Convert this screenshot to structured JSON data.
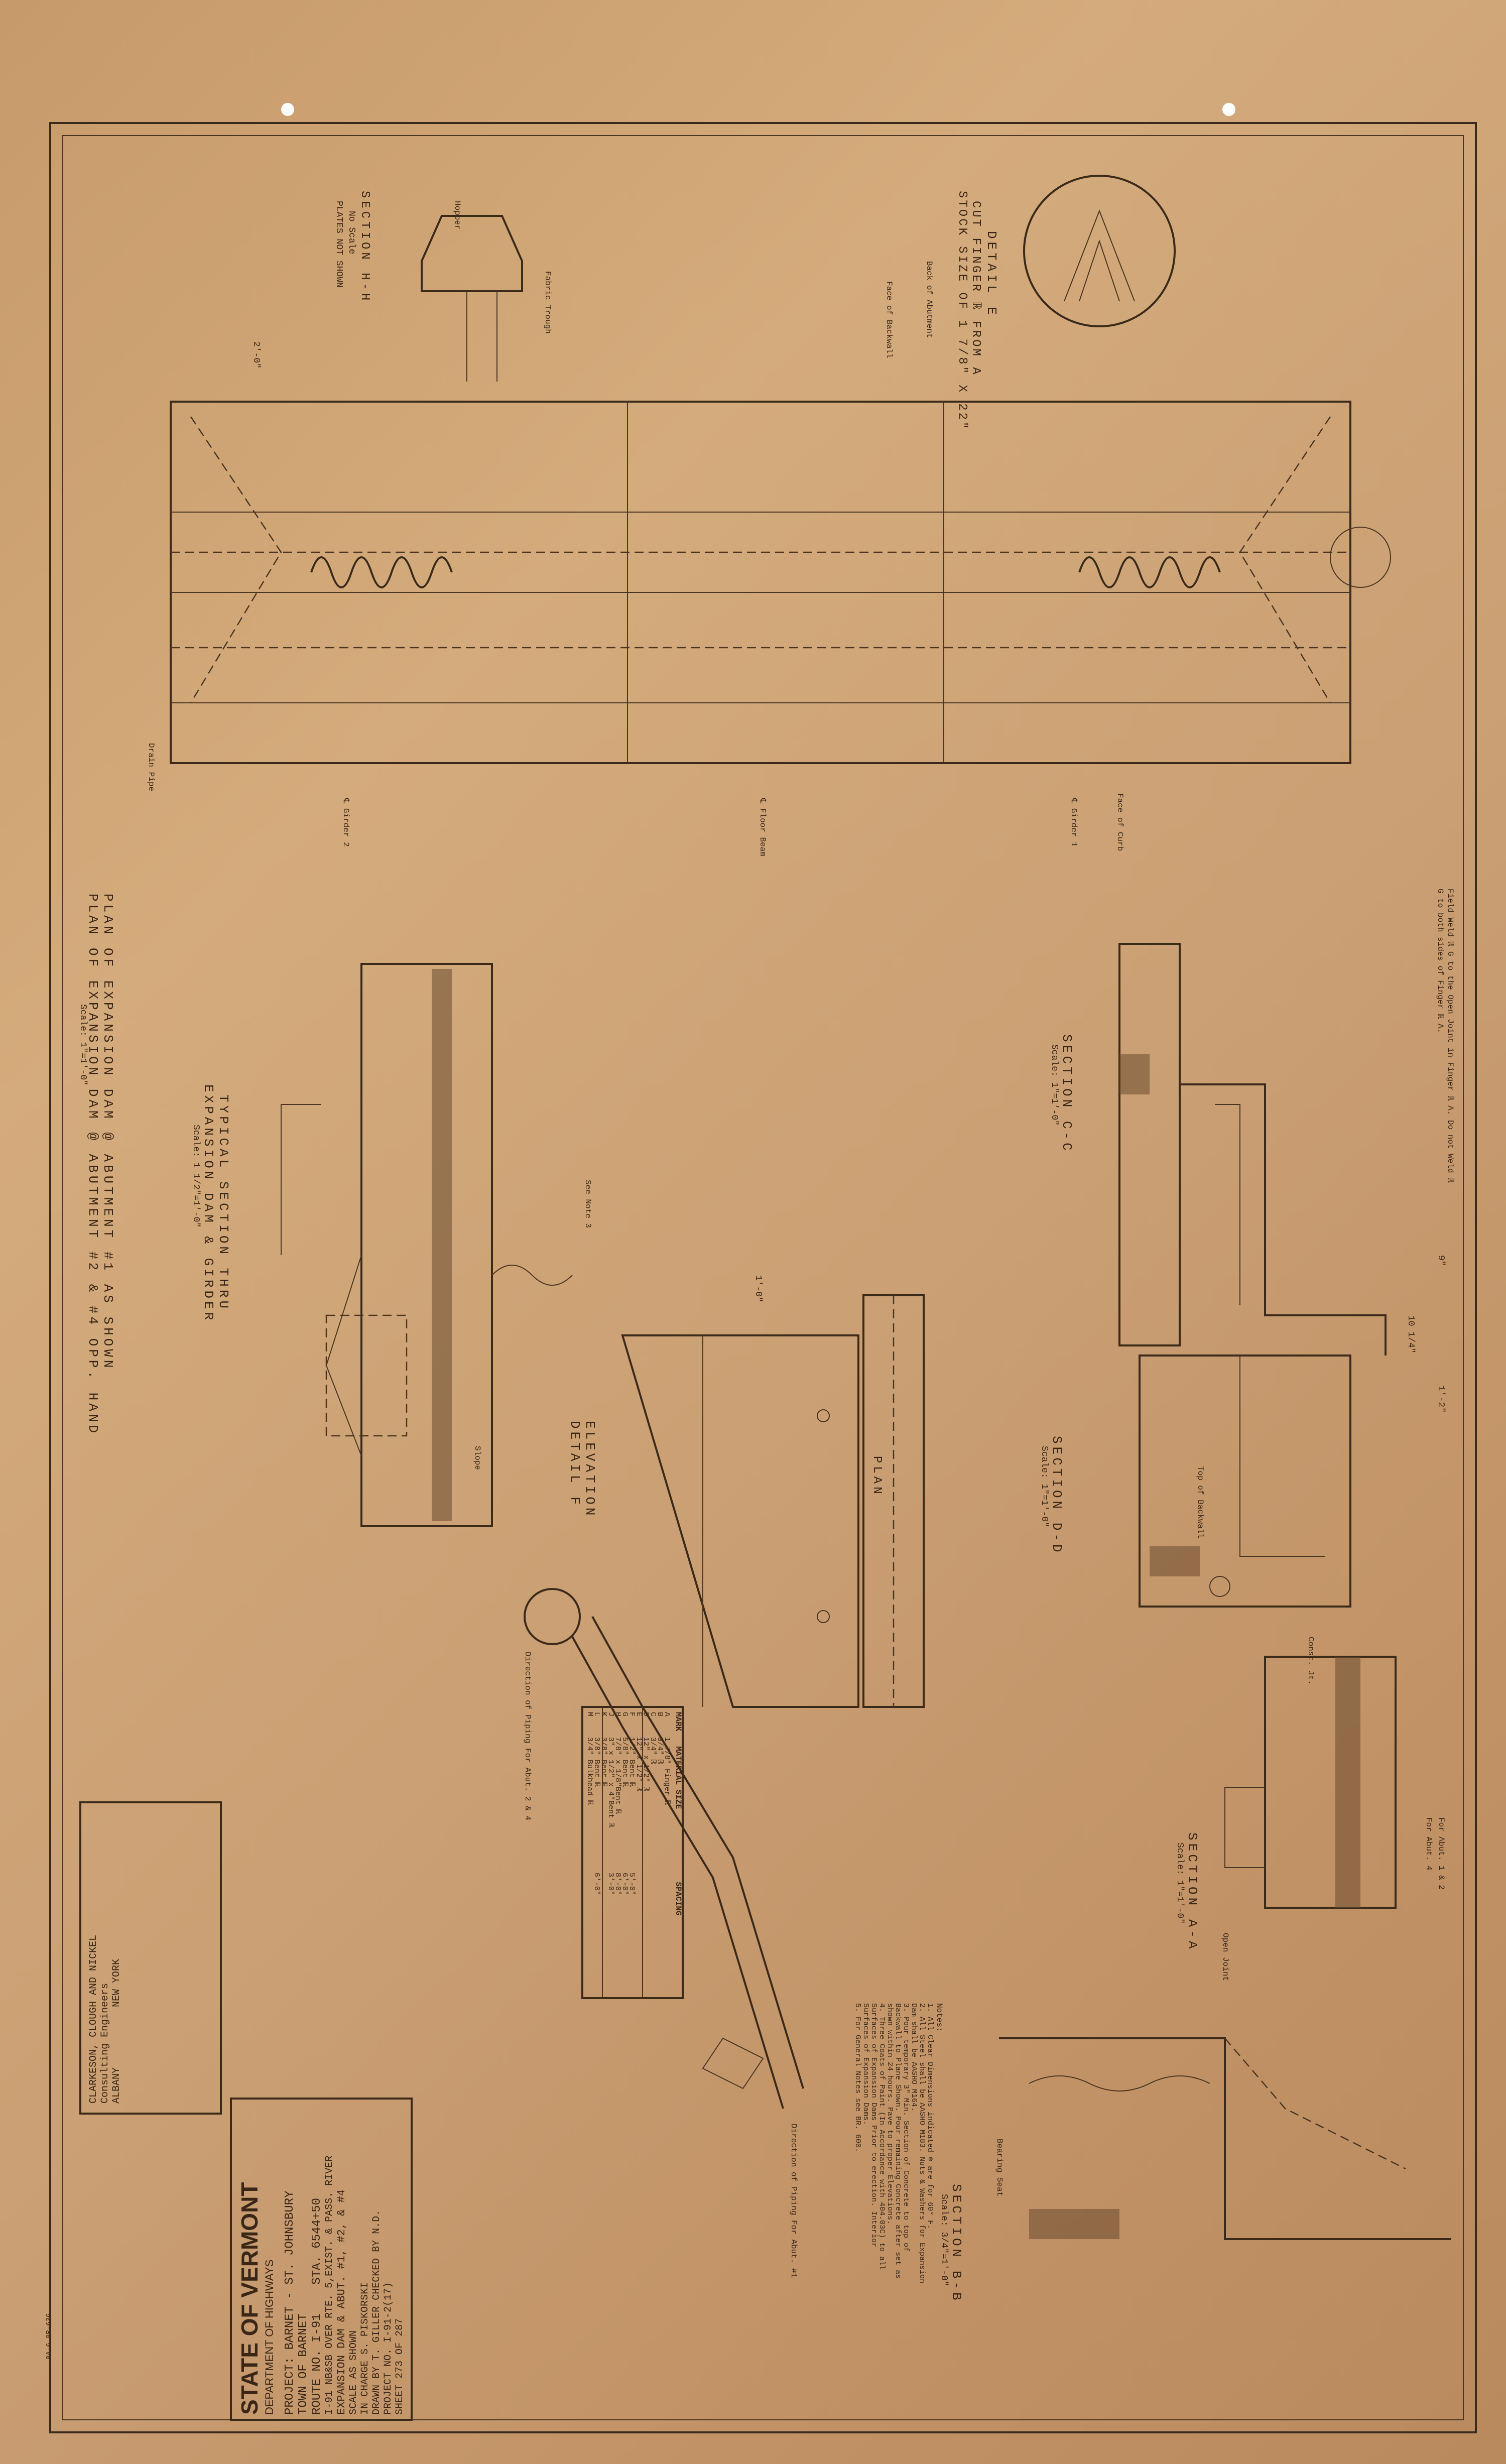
{
  "title_block": {
    "state": "STATE OF VERMONT",
    "department": "DEPARTMENT OF HIGHWAYS",
    "project": "PROJECT: BARNET - ST. JOHNSBURY",
    "town_label": "TOWN OF",
    "town": "BARNET",
    "route_label": "ROUTE NO.",
    "route": "I-91",
    "sta_label": "STA.",
    "sta": "6544+50",
    "bridge_line": "I-91 NB&SB OVER RTE. 5,EXIST. & PASS. RIVER",
    "drawing_title": "EXPANSION DAM & ABUT. #1, #2, & #4",
    "scale_label": "SCALE",
    "scale": "AS SHOWN",
    "in_charge_label": "IN CHARGE",
    "in_charge": "S. PISKORSKI",
    "drawn_label": "DRAWN BY",
    "drawn": "T. GILLER",
    "checked_label": "CHECKED BY",
    "checked": "N.D.",
    "project_no_label": "PROJECT NO.",
    "project_no": "I-91-2(17)",
    "sheet_label": "SHEET",
    "sheet": "273",
    "of_label": "OF",
    "of": "287",
    "stamp": "8A-6 8R-636"
  },
  "consultant": {
    "line1": "CLARKESON, CLOUGH AND NICKEL",
    "line2": "Consulting Engineers",
    "city1": "ALBANY",
    "city2": "NEW YORK"
  },
  "views": {
    "plan_title_1": "PLAN OF EXPANSION DAM @ ABUTMENT #1 AS SHOWN",
    "plan_title_2": "PLAN OF EXPANSION DAM @ ABUTMENT #2 & #4 OPP. HAND",
    "plan_scale": "Scale: 1\"=1'-0\"",
    "detail_e_title": "DETAIL E",
    "detail_e_sub1": "CUT FINGER ℝ FROM A",
    "detail_e_sub2": "STOCK SIZE OF 1 7/8\" X 22\"",
    "section_hh": "SECTION H-H",
    "section_hh_scale": "No Scale",
    "section_hh_note": "PLATES NOT SHOWN",
    "section_cc": "SECTION C-C",
    "section_cc_scale": "Scale: 1\"=1'-0\"",
    "section_dd": "SECTION D-D",
    "section_dd_scale": "Scale: 1\"=1'-0\"",
    "section_aa": "SECTION A-A",
    "section_aa_scale": "Scale: 1\"=1'-0\"",
    "section_bb": "SECTION B-B",
    "section_bb_scale": "Scale: 3/4\"=1'-0\"",
    "typical_section_1": "TYPICAL SECTION THRU",
    "typical_section_2": "EXPANSION DAM & GIRDER",
    "typical_section_scale": "Scale: 1 1/2\"=1'-0\"",
    "elevation_f_1": "ELEVATION",
    "elevation_f_2": "DETAIL F",
    "plan_small": "PLAN"
  },
  "material_table": {
    "headers": [
      "MARK",
      "MATERIAL SIZE",
      "SPACING"
    ],
    "rows": [
      [
        "A",
        "1 7/8\" Finger ℝ",
        ""
      ],
      [
        "B",
        "3/4\" ℝ",
        ""
      ],
      [
        "C",
        "3/4\" ℝ",
        ""
      ],
      [
        "D",
        "12\" x 1/2\" ℝ",
        ""
      ],
      [
        "E",
        "12\" x 1/2\" ℝ",
        ""
      ],
      [
        "F",
        "1/2\" Bent ℝ",
        "5'-0\""
      ],
      [
        "G",
        "5/8\" Bent ℝ",
        "6'-0\""
      ],
      [
        "H",
        "7/8\" x 1/8\"Bent ℝ",
        "8'-0\""
      ],
      [
        "J",
        "3\" x 1/2\" x 4\"Bent ℝ",
        "3'-0\""
      ],
      [
        "K",
        "3/8\" Bent ℝ",
        ""
      ],
      [
        "L",
        "3/8\" Bent ℝ",
        "6'-0\""
      ],
      [
        "M",
        "3/4\" Bulkhead ℝ",
        ""
      ]
    ]
  },
  "notes": {
    "heading": "Notes:",
    "items": [
      "1. All Clear Dimensions indicated ⊗ are for 60° F.",
      "2. All Steel shall be AASHO M183. Nuts & Washers for Expansion Dam shall be AASHO M164.",
      "3. Pour temporary 3\" Min. Section of Concrete to top of Backwall to Plane Shown. Pour remaining Concrete after set as shown within 24 hours. Pave to proper Elevations.",
      "4. Three Coats of Paint (In Accordance with 404.03C) to all Surfaces of Expansion Dams Prior to erection. Interior Surfaces of Expansion Dams.",
      "5. For General Notes see BR. 600."
    ]
  },
  "labels": {
    "field_weld": "Field Weld ℝ G to the Open Joint in Finger ℝ A. Do not Weld ℝ G to both sides of Finger ℝ A.",
    "face_of_curb": "Face of Curb",
    "back_of_abutment": "Back of Abutment",
    "face_of_backwall": "Face of Backwall",
    "top_of_backwall": "Top of Backwall",
    "open_joint": "Open Joint",
    "const_jt": "Const. Jt.",
    "hopper": "Hopper",
    "fabric_trough": "Fabric Trough",
    "drain_pipe": "Drain Pipe",
    "girder_1": "℄ Girder 1",
    "girder_2": "℄ Girder 2",
    "floor_beam": "℄ Floor Beam",
    "see_note_3": "See Note 3",
    "bearing_seat": "Bearing Seat",
    "direction_of_piping": "Direction of Piping For Abut. #1",
    "direction_of_piping_2": "Direction of Piping For Abut. 2 & 4",
    "slope": "Slope",
    "dim_2_0": "2'-0\"",
    "dim_9": "9\"",
    "dim_1_0": "1'-0\"",
    "dim_1_2": "1'-2\"",
    "dim_10_5": "10 1/4\"",
    "for_abut_12": "For Abut. 1 & 2",
    "for_abut_4": "For Abut. 4"
  }
}
